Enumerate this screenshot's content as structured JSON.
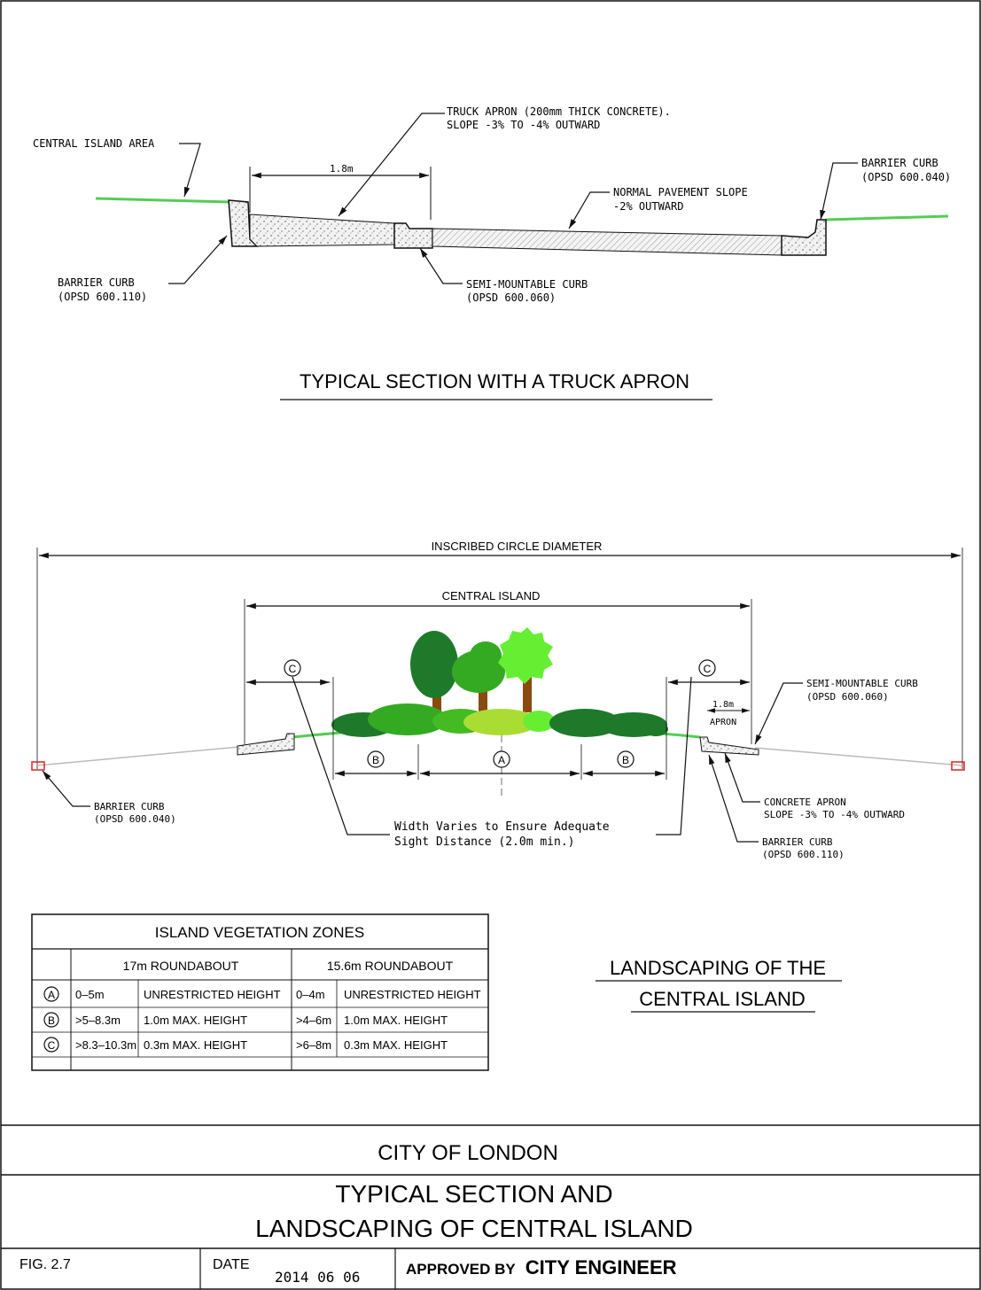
{
  "section1": {
    "title": "TYPICAL SECTION WITH A TRUCK APRON",
    "central_island_area": "CENTRAL ISLAND AREA",
    "truck_apron_line1": "TRUCK APRON (200mm THICK CONCRETE).",
    "truck_apron_line2": "SLOPE -3% TO -4% OUTWARD",
    "dim_width": "1.8m",
    "normal_slope_line1": "NORMAL PAVEMENT SLOPE",
    "normal_slope_line2": "-2% OUTWARD",
    "barrier_curb_right_line1": "BARRIER CURB",
    "barrier_curb_right_line2": "(OPSD 600.040)",
    "barrier_curb_left_line1": "BARRIER CURB",
    "barrier_curb_left_line2": "(OPSD 600.110)",
    "semi_mountable_line1": "SEMI-MOUNTABLE CURB",
    "semi_mountable_line2": "(OPSD 600.060)"
  },
  "section2": {
    "inscribed": "INSCRIBED CIRCLE DIAMETER",
    "central_island": "CENTRAL ISLAND",
    "zone_a": "A",
    "zone_b": "B",
    "zone_c": "C",
    "apron_dim": "1.8m",
    "apron": "APRON",
    "semi_mountable_line1": "SEMI-MOUNTABLE CURB",
    "semi_mountable_line2": "(OPSD 600.060)",
    "barrier_left_line1": "BARRIER CURB",
    "barrier_left_line2": "(OPSD 600.040)",
    "width_note_line1": "Width Varies to Ensure Adequate",
    "width_note_line2": "Sight Distance (2.0m min.)",
    "concrete_apron_line1": "CONCRETE APRON",
    "concrete_apron_line2": "SLOPE -3% TO -4% OUTWARD",
    "barrier_right_line1": "BARRIER CURB",
    "barrier_right_line2": "(OPSD 600.110)"
  },
  "table": {
    "title": "ISLAND VEGETATION ZONES",
    "headers": [
      "17m ROUNDABOUT",
      "15.6m ROUNDABOUT"
    ],
    "rows": [
      {
        "zone": "A",
        "r17_range": "0–5m",
        "r17_height": "UNRESTRICTED HEIGHT",
        "r15_range": "0–4m",
        "r15_height": "UNRESTRICTED HEIGHT"
      },
      {
        "zone": "B",
        "r17_range": ">5–8.3m",
        "r17_height": "1.0m MAX. HEIGHT",
        "r15_range": ">4–6m",
        "r15_height": "1.0m MAX. HEIGHT"
      },
      {
        "zone": "C",
        "r17_range": ">8.3–10.3m",
        "r17_height": "0.3m MAX. HEIGHT",
        "r15_range": ">6–8m",
        "r15_height": "0.3m MAX. HEIGHT"
      }
    ]
  },
  "landscaping_title_line1": "LANDSCAPING OF THE",
  "landscaping_title_line2": "CENTRAL ISLAND",
  "title_block": {
    "org": "CITY OF LONDON",
    "title_line1": "TYPICAL SECTION AND",
    "title_line2": "LANDSCAPING OF CENTRAL ISLAND",
    "fig": "FIG. 2.7",
    "date_label": "DATE",
    "date": "2014 06 06",
    "approved_prefix": "APPROVED BY",
    "approved_name": "CITY ENGINEER"
  },
  "colors": {
    "line": "#111111",
    "grass": "#55cc55",
    "tree_dark": "#1e7a2a",
    "tree_mid": "#33aa22",
    "tree_light": "#66ee33",
    "shrub_lime": "#aadd33",
    "trunk": "#8a4a10",
    "curb_red": "#dd2222"
  }
}
